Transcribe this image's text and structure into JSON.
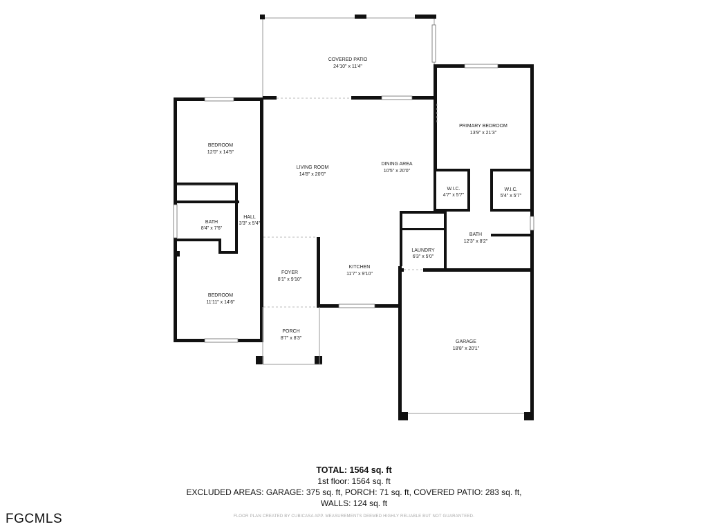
{
  "brand": "FGCMLS",
  "rooms": [
    {
      "id": "covered-patio",
      "name": "COVERED PATIO",
      "dims": "24'10\" x 11'4\""
    },
    {
      "id": "primary-bedroom",
      "name": "PRIMARY BEDROOM",
      "dims": "13'9\" x 21'3\""
    },
    {
      "id": "bedroom-1",
      "name": "BEDROOM",
      "dims": "12'0\" x 14'5\""
    },
    {
      "id": "living-room",
      "name": "LIVING ROOM",
      "dims": "14'8\" x 20'0\""
    },
    {
      "id": "dining-area",
      "name": "DINING AREA",
      "dims": "10'5\" x 20'0\""
    },
    {
      "id": "wic-1",
      "name": "W.I.C.",
      "dims": "4'7\" x 5'7\""
    },
    {
      "id": "wic-2",
      "name": "W.I.C.",
      "dims": "5'4\" x 5'7\""
    },
    {
      "id": "bath-1",
      "name": "BATH",
      "dims": "8'4\" x 7'6\""
    },
    {
      "id": "hall",
      "name": "HALL",
      "dims": "3'3\" x 5'4\""
    },
    {
      "id": "bath-2",
      "name": "BATH",
      "dims": "12'3\" x 8'2\""
    },
    {
      "id": "laundry",
      "name": "LAUNDRY",
      "dims": "6'3\" x 5'0\""
    },
    {
      "id": "foyer",
      "name": "FOYER",
      "dims": "8'1\" x 9'10\""
    },
    {
      "id": "kitchen",
      "name": "KITCHEN",
      "dims": "11'7\" x 9'10\""
    },
    {
      "id": "bedroom-2",
      "name": "BEDROOM",
      "dims": "11'11\" x 14'6\""
    },
    {
      "id": "porch",
      "name": "PORCH",
      "dims": "8'7\" x 8'3\""
    },
    {
      "id": "garage",
      "name": "GARAGE",
      "dims": "18'8\" x 20'1\""
    }
  ],
  "summary": {
    "total": "TOTAL: 1564 sq. ft",
    "first_floor": "1st floor: 1564 sq. ft",
    "excluded": "EXCLUDED AREAS: GARAGE: 375 sq. ft, PORCH: 71 sq. ft, COVERED PATIO: 283 sq. ft,",
    "walls": "WALLS: 124 sq. ft"
  },
  "disclaimer": "FLOOR PLAN CREATED BY CUBICASA APP. MEASUREMENTS DEEMED HIGHLY RELIABLE BUT NOT GUARANTEED."
}
